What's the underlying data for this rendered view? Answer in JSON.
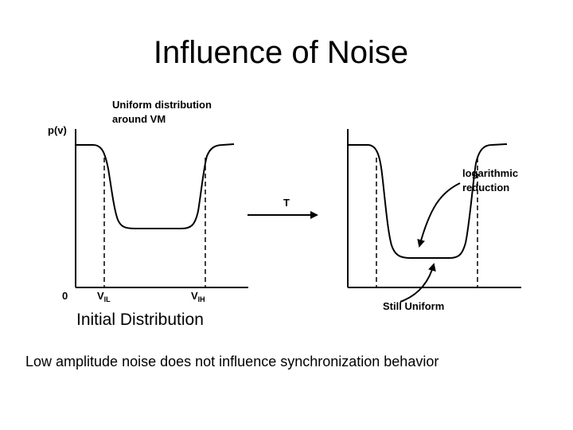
{
  "slide": {
    "title": "Influence of Noise",
    "caption": "Low amplitude noise does not influence synchronization behavior"
  },
  "diagram": {
    "left_panel": {
      "annotation_line1": "Uniform distribution",
      "annotation_line2": "around VM",
      "y_axis_label": "p(v)",
      "origin_label": "0",
      "vil_main": "V",
      "vil_sub": "IL",
      "vih_main": "V",
      "vih_sub": "IH",
      "panel_label": "Initial Distribution"
    },
    "transition": {
      "arrow_label": "T"
    },
    "right_panel": {
      "annotation_line1": "logarithmic",
      "annotation_line2": "reduction",
      "bottom_note": "Still Uniform"
    }
  }
}
